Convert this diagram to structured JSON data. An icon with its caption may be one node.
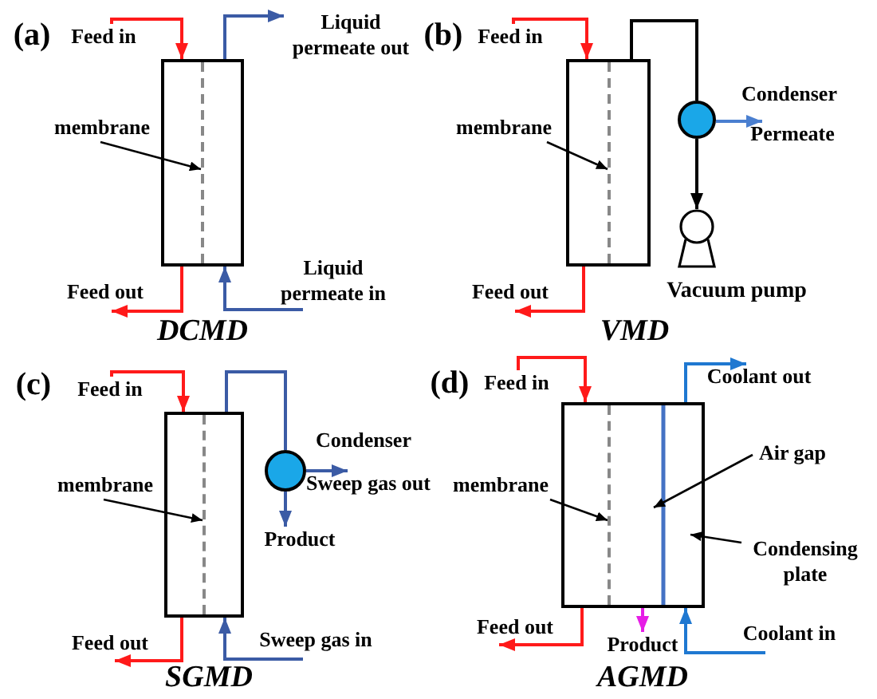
{
  "diagram": {
    "nodes": [
      {
        "text": [],
        "shape": "box"
      },
      {
        "text": [],
        "shape": "line",
        "in": 0
      },
      {
        "text": [
          "Feed in"
        ]
      },
      {
        "text": [
          "Liquid permeate out"
        ]
      },
      {
        "text": [
          "membrane"
        ]
      },
      {
        "text": [
          "Feed out"
        ]
      },
      {
        "text": [
          "Liquid permeate in"
        ]
      },
      {
        "text": [],
        "shape": "box"
      },
      {
        "text": [],
        "shape": "line",
        "in": 7
      },
      {
        "text": [
          "Feed in"
        ]
      },
      {
        "text": [
          "membrane"
        ]
      },
      {
        "text": [],
        "shape": "circle",
        "beside": [
          "Condenser"
        ]
      },
      {
        "text": [],
        "shape": "pump",
        "beside": [
          "Vacuum pump"
        ]
      },
      {
        "text": [
          "Feed out"
        ]
      },
      {
        "text": [],
        "shape": "box"
      },
      {
        "text": [],
        "shape": "line",
        "in": 14
      },
      {
        "text": [
          "Feed in"
        ]
      },
      {
        "text": [
          "membrane"
        ]
      },
      {
        "text": [],
        "shape": "circle",
        "beside": [
          "Condenser"
        ]
      },
      {
        "text": [
          "Sweep gas out"
        ]
      },
      {
        "text": [
          "Product"
        ]
      },
      {
        "text": [
          "Feed out"
        ]
      },
      {
        "text": [
          "Sweep gas in"
        ]
      },
      {
        "text": [],
        "shape": "box"
      },
      {
        "text": [],
        "shape": "line",
        "in": 23
      },
      {
        "text": [
          "Feed in"
        ]
      },
      {
        "text": [
          "Coolant out"
        ]
      },
      {
        "text": [
          "Air gap"
        ]
      },
      {
        "text": [
          "membrane"
        ]
      },
      {
        "text": [
          "Condensing plate"
        ]
      },
      {
        "text": [
          "Feed out"
        ]
      },
      {
        "text": [
          "Product"
        ]
      },
      {
        "text": [
          "Coolant in"
        ]
      },
      {
        "text": [
          "Permeate"
        ]
      }
    ],
    "edges": [
      {
        "from": 2,
        "to": 0,
        "arrow": "to",
        "color": "#ff1a1a"
      },
      {
        "from": 0,
        "to": 3,
        "arrow": "to",
        "color": "#3b5ba5"
      },
      {
        "from": 4,
        "to": 1,
        "arrow": "to",
        "color": "#000000"
      },
      {
        "from": 0,
        "to": 5,
        "arrow": "to",
        "color": "#ff1a1a"
      },
      {
        "from": 6,
        "to": 0,
        "arrow": "to",
        "color": "#3b5ba5"
      },
      {
        "from": 9,
        "to": 7,
        "arrow": "to",
        "color": "#ff1a1a"
      },
      {
        "from": 7,
        "to": 11,
        "arrow": "none",
        "color": "#000000"
      },
      {
        "from": 11,
        "to": 33,
        "arrow": "to",
        "color": "#4a7fd0"
      },
      {
        "from": 11,
        "to": 12,
        "arrow": "to",
        "color": "#000000"
      },
      {
        "from": 10,
        "to": 8,
        "arrow": "to",
        "color": "#000000"
      },
      {
        "from": 7,
        "to": 13,
        "arrow": "to",
        "color": "#ff1a1a"
      },
      {
        "from": 16,
        "to": 14,
        "arrow": "to",
        "color": "#ff1a1a"
      },
      {
        "from": 14,
        "to": 18,
        "arrow": "none",
        "color": "#3b5ba5"
      },
      {
        "from": 18,
        "to": 19,
        "arrow": "to",
        "color": "#3b5ba5"
      },
      {
        "from": 18,
        "to": 20,
        "arrow": "to",
        "color": "#3b5ba5"
      },
      {
        "from": 17,
        "to": 15,
        "arrow": "to",
        "color": "#000000"
      },
      {
        "from": 14,
        "to": 21,
        "arrow": "to",
        "color": "#ff1a1a"
      },
      {
        "from": 22,
        "to": 14,
        "arrow": "to",
        "color": "#3b5ba5"
      },
      {
        "from": 25,
        "to": 23,
        "arrow": "to",
        "color": "#ff1a1a"
      },
      {
        "from": 23,
        "to": 26,
        "arrow": "to",
        "color": "#1f78d1"
      },
      {
        "from": 27,
        "to": null,
        "arrow": "to",
        "color": "#000000"
      },
      {
        "from": 28,
        "to": 24,
        "arrow": "to",
        "color": "#000000"
      },
      {
        "from": 29,
        "to": 23,
        "arrow": "to",
        "color": "#000000"
      },
      {
        "from": 23,
        "to": 30,
        "arrow": "to",
        "color": "#ff1a1a"
      },
      {
        "from": 23,
        "to": 31,
        "arrow": "to",
        "color": "#e61ee6"
      },
      {
        "from": 32,
        "to": 23,
        "arrow": "to",
        "color": "#1f78d1"
      }
    ],
    "labels": [
      "(a)",
      "DCMD",
      "(b)",
      "VMD",
      "(c)",
      "SGMD",
      "(d)",
      "AGMD"
    ]
  }
}
